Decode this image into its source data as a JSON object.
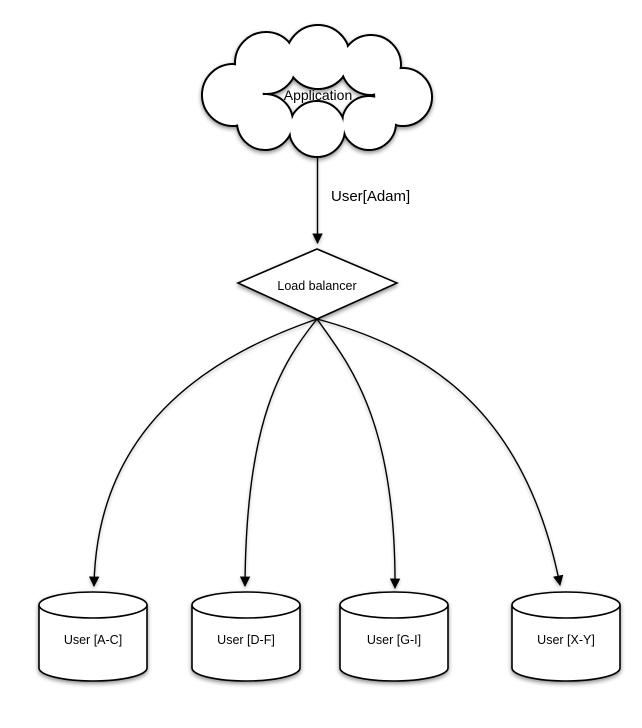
{
  "diagram": {
    "background_color": "#ffffff",
    "stroke_color": "#000000",
    "fill_color": "#ffffff",
    "text_color": "#000000",
    "nodes": {
      "application": {
        "label": "Application",
        "shape": "cloud"
      },
      "load_balancer": {
        "label": "Load balancer",
        "shape": "diamond"
      },
      "db_ac": {
        "label": "User [A-C]",
        "shape": "cylinder"
      },
      "db_df": {
        "label": "User [D-F]",
        "shape": "cylinder"
      },
      "db_gi": {
        "label": "User [G-I]",
        "shape": "cylinder"
      },
      "db_xy": {
        "label": "User [X-Y]",
        "shape": "cylinder"
      }
    },
    "edges": {
      "application_to_load_balancer": {
        "label": "User[Adam]",
        "style": "straight-arrow"
      },
      "load_balancer_to_db_ac": {
        "label": "",
        "style": "curved-arrow"
      },
      "load_balancer_to_db_df": {
        "label": "",
        "style": "curved-arrow"
      },
      "load_balancer_to_db_gi": {
        "label": "",
        "style": "curved-arrow"
      },
      "load_balancer_to_db_xy": {
        "label": "",
        "style": "curved-arrow"
      }
    }
  }
}
